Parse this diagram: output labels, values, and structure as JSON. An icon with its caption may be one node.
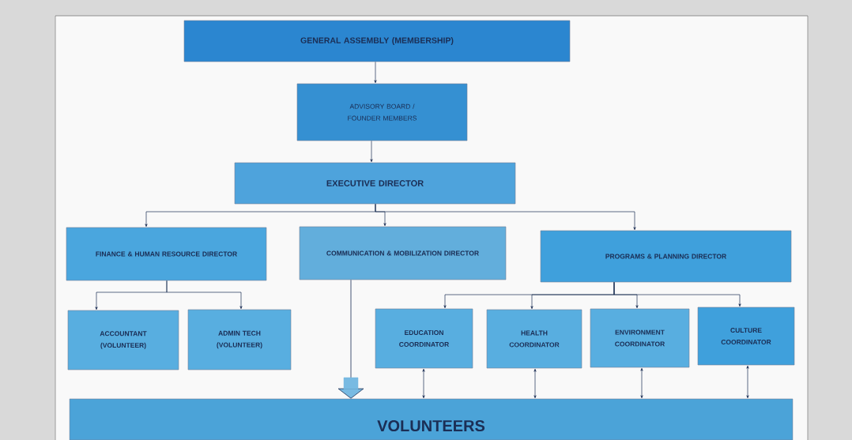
{
  "diagram": {
    "nodes": [
      {
        "text": [
          "GENERAL ASSEMBLY (MEMBERSHIP)"
        ]
      },
      {
        "text": [
          "ADVISORY BOARD / FOUNDER MEMBERS"
        ]
      },
      {
        "text": [
          "EXECUTIVE DIRECTOR"
        ]
      },
      {
        "text": [
          "FINANCE & HUMAN RESOURCE DIRECTOR"
        ]
      },
      {
        "text": [
          "COMMUNICATION & MOBILIZATION DIRECTOR"
        ]
      },
      {
        "text": [
          "PROGRAMS & PLANNING DIRECTOR"
        ]
      },
      {
        "text": [
          "ACCOUNTANT (VOLUNTEER)"
        ]
      },
      {
        "text": [
          "ADMIN TECH (VOLUNTEER)"
        ]
      },
      {
        "text": [
          "EDUCATION COORDINATOR"
        ]
      },
      {
        "text": [
          "HEALTH COORDINATOR"
        ]
      },
      {
        "text": [
          "ENVIRONMENT COORDINATOR"
        ]
      },
      {
        "text": [
          "CULTURE COORDINATOR"
        ]
      },
      {
        "text": [
          "VOLUNTEERS"
        ]
      }
    ],
    "edges": [
      {
        "from": 0,
        "to": 1,
        "arrow": "to"
      },
      {
        "from": 1,
        "to": 2,
        "arrow": "to"
      },
      {
        "from": 2,
        "to": 3,
        "arrow": "to"
      },
      {
        "from": 2,
        "to": 4,
        "arrow": "to"
      },
      {
        "from": 2,
        "to": 5,
        "arrow": "to"
      },
      {
        "from": 3,
        "to": 6,
        "arrow": "to"
      },
      {
        "from": 3,
        "to": 7,
        "arrow": "to"
      },
      {
        "from": 5,
        "to": 8,
        "arrow": "to"
      },
      {
        "from": 5,
        "to": 9,
        "arrow": "to"
      },
      {
        "from": 5,
        "to": 10,
        "arrow": "to"
      },
      {
        "from": 5,
        "to": 11,
        "arrow": "to"
      },
      {
        "from": 4,
        "to": 12,
        "arrow": "to"
      },
      {
        "from": 8,
        "to": 12,
        "arrow": "both"
      },
      {
        "from": 9,
        "to": 12,
        "arrow": "both"
      },
      {
        "from": 10,
        "to": 12,
        "arrow": "both"
      },
      {
        "from": 11,
        "to": 12,
        "arrow": "both"
      }
    ]
  }
}
